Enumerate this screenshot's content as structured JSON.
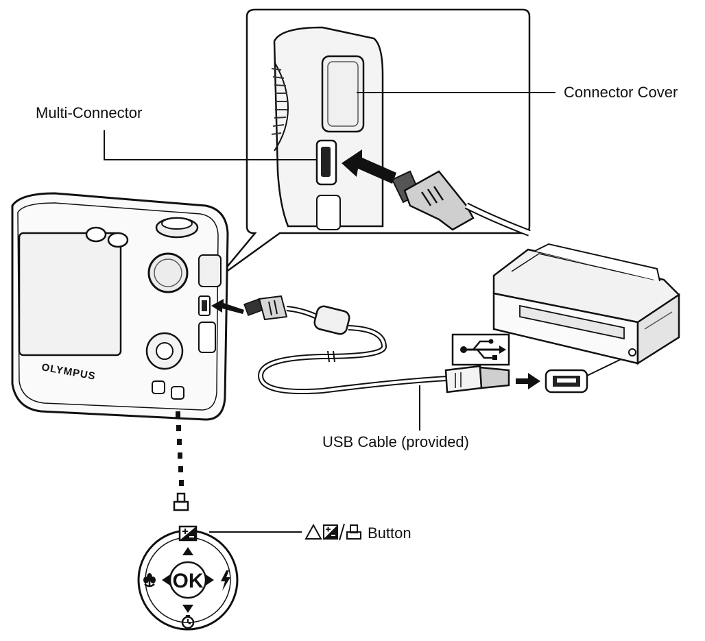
{
  "labels": {
    "multi_connector": "Multi-Connector",
    "connector_cover": "Connector Cover",
    "usb_cable": "USB Cable  (provided)",
    "button": "Button"
  },
  "camera": {
    "brand": "OLYMPUS"
  },
  "dial": {
    "center": "OK"
  },
  "icons": {
    "button_label_icons": [
      "triangle-up-icon",
      "exposure-icon",
      "print-icon"
    ],
    "dial_icons": [
      "exposure-icon",
      "macro-icon",
      "flash-icon",
      "self-timer-icon",
      "print-icon"
    ],
    "cable_icons": [
      "usb-symbol-icon",
      "usb-port-icon"
    ]
  },
  "colors": {
    "line": "#111111",
    "device_fill": "#f7f7f7",
    "shade": "#dcdcdc"
  }
}
